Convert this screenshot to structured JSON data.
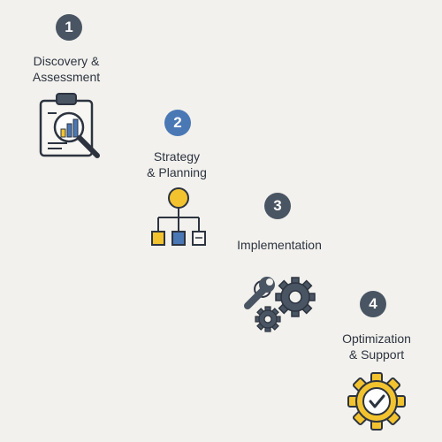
{
  "steps": [
    {
      "number": "1",
      "label_line1": "Discovery &",
      "label_line2": "Assessment",
      "icon": "clipboard-magnifier-icon",
      "badge_color": "#4a5563"
    },
    {
      "number": "2",
      "label_line1": "Strategy",
      "label_line2": "& Planning",
      "icon": "org-chart-icon",
      "badge_color": "#4a78b5"
    },
    {
      "number": "3",
      "label_line1": "Implementation",
      "label_line2": "",
      "icon": "wrench-gears-icon",
      "badge_color": "#4a5563"
    },
    {
      "number": "4",
      "label_line1": "Optimization",
      "label_line2": "& Support",
      "icon": "gear-check-icon",
      "badge_color": "#4a5563"
    }
  ],
  "colors": {
    "background": "#f2f1ed",
    "dark": "#4a5563",
    "blue": "#4a78b5",
    "yellow": "#f2c32e",
    "outline": "#2d3440"
  }
}
